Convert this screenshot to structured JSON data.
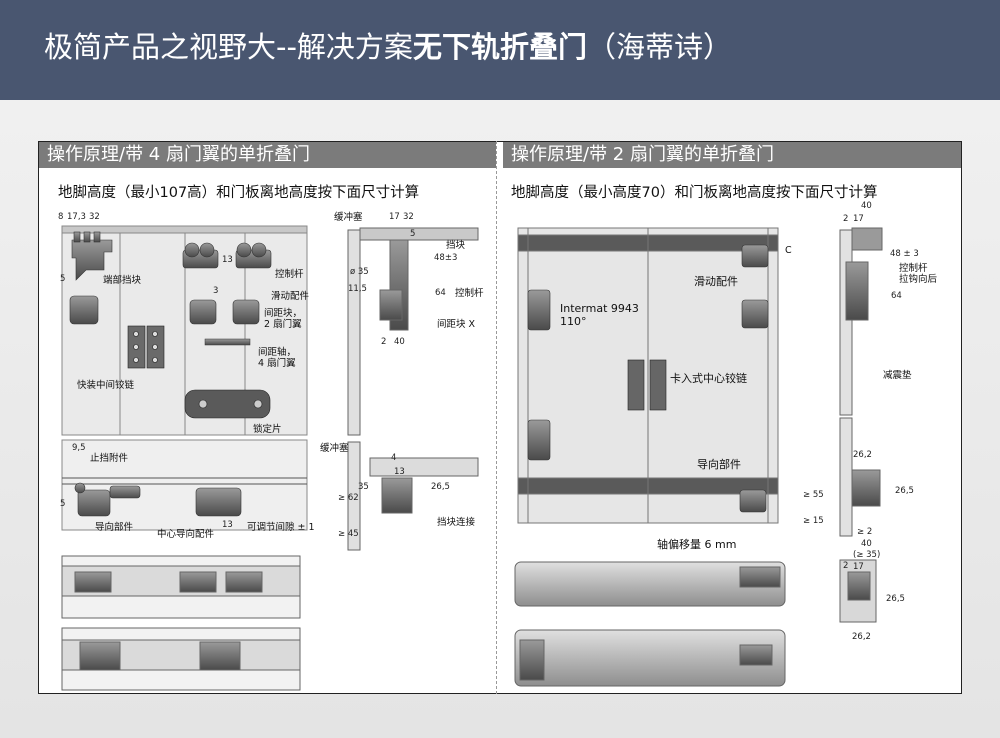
{
  "header": {
    "title_regular": "极简产品之视野大--解决方案",
    "title_bold": "无下轨折叠门",
    "title_suffix": "（海蒂诗）"
  },
  "left_panel": {
    "heading": "操作原理/带 4 扇门翼的单折叠门",
    "subheading": "地脚高度（最小107高）和门板离地高度按下面尺寸计算",
    "labels": {
      "end_stop": "端部挡块",
      "control_rod": "控制杆",
      "sliding_fitting": "滑动配件",
      "spacer_block": "间距块，\n2 扇门翼",
      "spacer_shaft": "间距轴，\n4 扇门翼",
      "quick_hinge": "快装中间铰链",
      "lock_plate": "锁定片",
      "stop_fitting": "止挡附件",
      "guide_part": "导向部件",
      "center_guide": "中心导向配件",
      "adjust_gap": "可调节间隙 ± 1",
      "buffer_top": "缓冲塞",
      "stop_block": "挡块",
      "control_rod_2": "控制杆",
      "spacer_x": "间距块 X",
      "buffer_bottom": "缓冲塞",
      "stop_connect": "挡块连接"
    },
    "dims": {
      "d8": "8",
      "d173": "17,3",
      "d32": "32",
      "d5": "5",
      "d13": "13",
      "d3": "3",
      "r17": "17",
      "r32": "32",
      "r5": "5",
      "r48": "48±3",
      "r35": "ø 35",
      "r115": "11,5",
      "r64": "64",
      "r2": "2",
      "r40": "40",
      "b95": "9,5",
      "b5": "5",
      "b13": "13",
      "c4": "4",
      "c13": "13",
      "c35": "35",
      "c265": "26,5",
      "c62": "≥ 62",
      "c45": "≥ 45"
    }
  },
  "right_panel": {
    "heading": "操作原理/带 2 扇门翼的单折叠门",
    "subheading": "地脚高度（最小高度70）和门板离地高度按下面尺寸计算",
    "labels": {
      "intermat": "Intermat 9943\n110°",
      "sliding_fitting": "滑动配件",
      "center_hinge": "卡入式中心铰链",
      "guide_part": "导向部件",
      "axis_offset": "轴偏移量 6 mm",
      "control_rod": "控制杆\n拉钩向后",
      "damper": "减震垫",
      "c_mark": "C"
    },
    "dims": {
      "d40": "40",
      "d2": "2",
      "d17": "17",
      "d48": "48 ± 3",
      "d64": "64",
      "d262": "26,2",
      "d265": "26,5",
      "d55": "≥ 55",
      "d15": "≥ 15",
      "d2b": "≥ 2",
      "d40b": "40",
      "d35b": "(≥ 35)",
      "e2": "2",
      "e17": "17",
      "e265": "26,5",
      "e262": "26,2"
    }
  }
}
